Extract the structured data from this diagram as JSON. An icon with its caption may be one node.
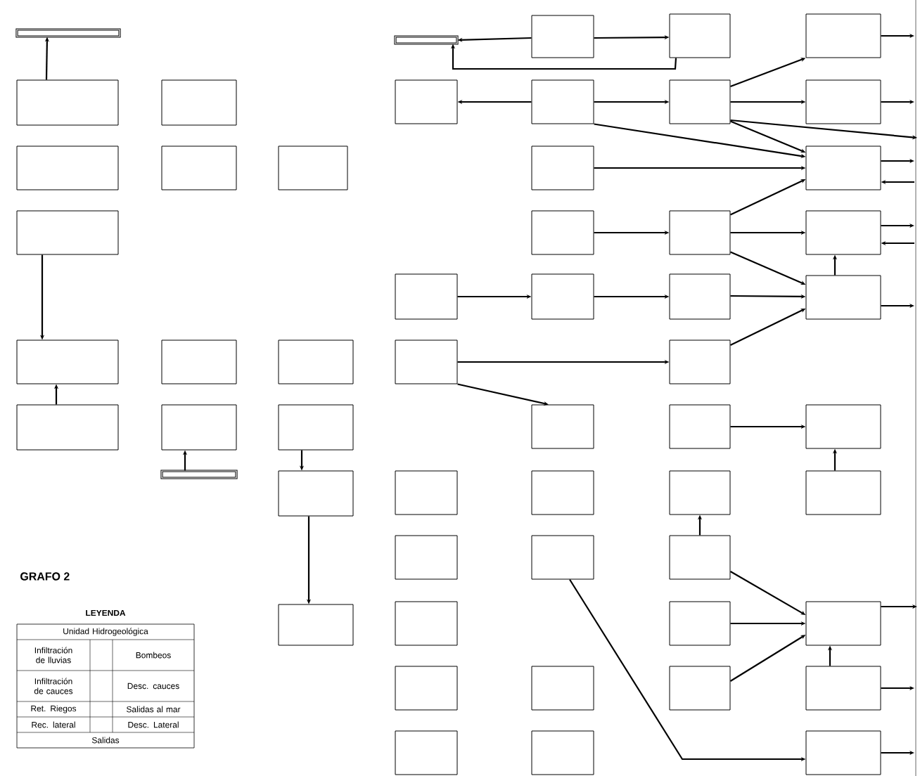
{
  "diagram": {
    "nodes": [
      {
        "text": [],
        "shape": "bar"
      },
      {
        "text": [],
        "shape": "box"
      },
      {
        "text": [],
        "shape": "box"
      },
      {
        "text": [],
        "shape": "box"
      },
      {
        "text": [],
        "shape": "box"
      },
      {
        "text": [],
        "shape": "box"
      },
      {
        "text": [],
        "shape": "box"
      },
      {
        "text": [],
        "shape": "box"
      },
      {
        "text": [],
        "shape": "box"
      },
      {
        "text": [],
        "shape": "box"
      },
      {
        "text": [],
        "shape": "box"
      },
      {
        "text": [],
        "shape": "bar"
      },
      {
        "text": [],
        "shape": "box"
      },
      {
        "text": [],
        "shape": "box"
      },
      {
        "text": [],
        "shape": "box"
      },
      {
        "text": [],
        "shape": "box"
      },
      {
        "text": [],
        "shape": "bar"
      },
      {
        "text": [],
        "shape": "box"
      },
      {
        "text": [],
        "shape": "box"
      },
      {
        "text": [],
        "shape": "box"
      },
      {
        "text": [],
        "shape": "box"
      },
      {
        "text": [],
        "shape": "box"
      },
      {
        "text": [],
        "shape": "box"
      },
      {
        "text": [],
        "shape": "box"
      },
      {
        "text": [],
        "shape": "box"
      },
      {
        "text": [],
        "shape": "box"
      },
      {
        "text": [],
        "shape": "box"
      },
      {
        "text": [],
        "shape": "box"
      },
      {
        "text": [],
        "shape": "box"
      },
      {
        "text": [],
        "shape": "box"
      },
      {
        "text": [],
        "shape": "box"
      },
      {
        "text": [],
        "shape": "box"
      },
      {
        "text": [],
        "shape": "box"
      },
      {
        "text": [],
        "shape": "box"
      },
      {
        "text": [],
        "shape": "box"
      },
      {
        "text": [],
        "shape": "box"
      },
      {
        "text": [],
        "shape": "box"
      },
      {
        "text": [],
        "shape": "box"
      },
      {
        "text": [],
        "shape": "box"
      },
      {
        "text": [],
        "shape": "box"
      },
      {
        "text": [],
        "shape": "box"
      },
      {
        "text": [],
        "shape": "box"
      },
      {
        "text": [],
        "shape": "box"
      },
      {
        "text": [],
        "shape": "box"
      },
      {
        "text": [],
        "shape": "box"
      },
      {
        "text": [],
        "shape": "box"
      },
      {
        "text": [],
        "shape": "box"
      },
      {
        "text": [],
        "shape": "box"
      },
      {
        "text": [],
        "shape": "box"
      },
      {
        "text": [],
        "shape": "box"
      },
      {
        "text": [],
        "shape": "box"
      },
      {
        "text": [],
        "shape": "box"
      },
      {
        "text": [],
        "shape": "box"
      },
      {
        "text": [],
        "shape": "box"
      },
      {
        "text": [],
        "shape": "box"
      }
    ],
    "edges": [
      {
        "from": 1,
        "to": 0,
        "arrow": "to"
      },
      {
        "from": 6,
        "to": 7,
        "arrow": "to"
      },
      {
        "from": 8,
        "to": 7,
        "arrow": "to"
      },
      {
        "from": 11,
        "to": 10,
        "arrow": "to"
      },
      {
        "from": 13,
        "to": 14,
        "arrow": "to"
      },
      {
        "from": 14,
        "to": 15,
        "arrow": "to"
      },
      {
        "from": 17,
        "to": 16,
        "arrow": "to"
      },
      {
        "from": 17,
        "to": 18,
        "arrow": "to"
      },
      {
        "from": 18,
        "to": 16,
        "arrow": "to"
      },
      {
        "from": 21,
        "to": 20,
        "arrow": "to"
      },
      {
        "from": 21,
        "to": 22,
        "arrow": "to"
      },
      {
        "from": 21,
        "to": 25,
        "arrow": "to"
      },
      {
        "from": 22,
        "to": 19,
        "arrow": "to"
      },
      {
        "from": 22,
        "to": 23,
        "arrow": "to"
      },
      {
        "from": 22,
        "to": null,
        "arrow": "to"
      },
      {
        "from": 22,
        "to": 25,
        "arrow": "to"
      },
      {
        "from": 24,
        "to": 25,
        "arrow": "to"
      },
      {
        "from": 26,
        "to": 27,
        "arrow": "to"
      },
      {
        "from": 27,
        "to": 25,
        "arrow": "to"
      },
      {
        "from": 27,
        "to": 28,
        "arrow": "to"
      },
      {
        "from": 27,
        "to": 32,
        "arrow": "to"
      },
      {
        "from": 32,
        "to": 28,
        "arrow": "to"
      },
      {
        "from": 19,
        "to": null,
        "arrow": "to"
      },
      {
        "from": 23,
        "to": null,
        "arrow": "to"
      },
      {
        "from": 25,
        "to": null,
        "arrow": "to"
      },
      {
        "from": null,
        "to": 25,
        "arrow": "to"
      },
      {
        "from": 28,
        "to": null,
        "arrow": "to"
      },
      {
        "from": null,
        "to": 28,
        "arrow": "to"
      },
      {
        "from": 29,
        "to": 30,
        "arrow": "to"
      },
      {
        "from": 30,
        "to": 31,
        "arrow": "to"
      },
      {
        "from": 31,
        "to": 32,
        "arrow": "to"
      },
      {
        "from": 33,
        "to": 34,
        "arrow": "to"
      },
      {
        "from": 34,
        "to": 32,
        "arrow": "to"
      },
      {
        "from": 32,
        "to": null,
        "arrow": "to"
      },
      {
        "from": 33,
        "to": 35,
        "arrow": "to"
      },
      {
        "from": 36,
        "to": 37,
        "arrow": "to"
      },
      {
        "from": 41,
        "to": 37,
        "arrow": "to"
      },
      {
        "from": 44,
        "to": 40,
        "arrow": "to"
      },
      {
        "from": 44,
        "to": 47,
        "arrow": "to"
      },
      {
        "from": 46,
        "to": 47,
        "arrow": "to"
      },
      {
        "from": 50,
        "to": 47,
        "arrow": "to"
      },
      {
        "from": 51,
        "to": 47,
        "arrow": "to"
      },
      {
        "from": 47,
        "to": null,
        "arrow": "to"
      },
      {
        "from": 51,
        "to": null,
        "arrow": "to"
      },
      {
        "from": 54,
        "to": null,
        "arrow": "to"
      },
      {
        "from": 43,
        "to": 54,
        "arrow": "to"
      }
    ],
    "labels": [
      "GRAFO 2",
      "LEYENDA",
      "Unidad Hidrogeológica",
      "Infiltración de lluvias",
      "Bombeos",
      "Infiltración de cauces",
      "Desc. cauces",
      "Ret. Riegos",
      "Salidas al mar",
      "Rec. lateral",
      "Desc. Lateral",
      "Salidas"
    ]
  }
}
